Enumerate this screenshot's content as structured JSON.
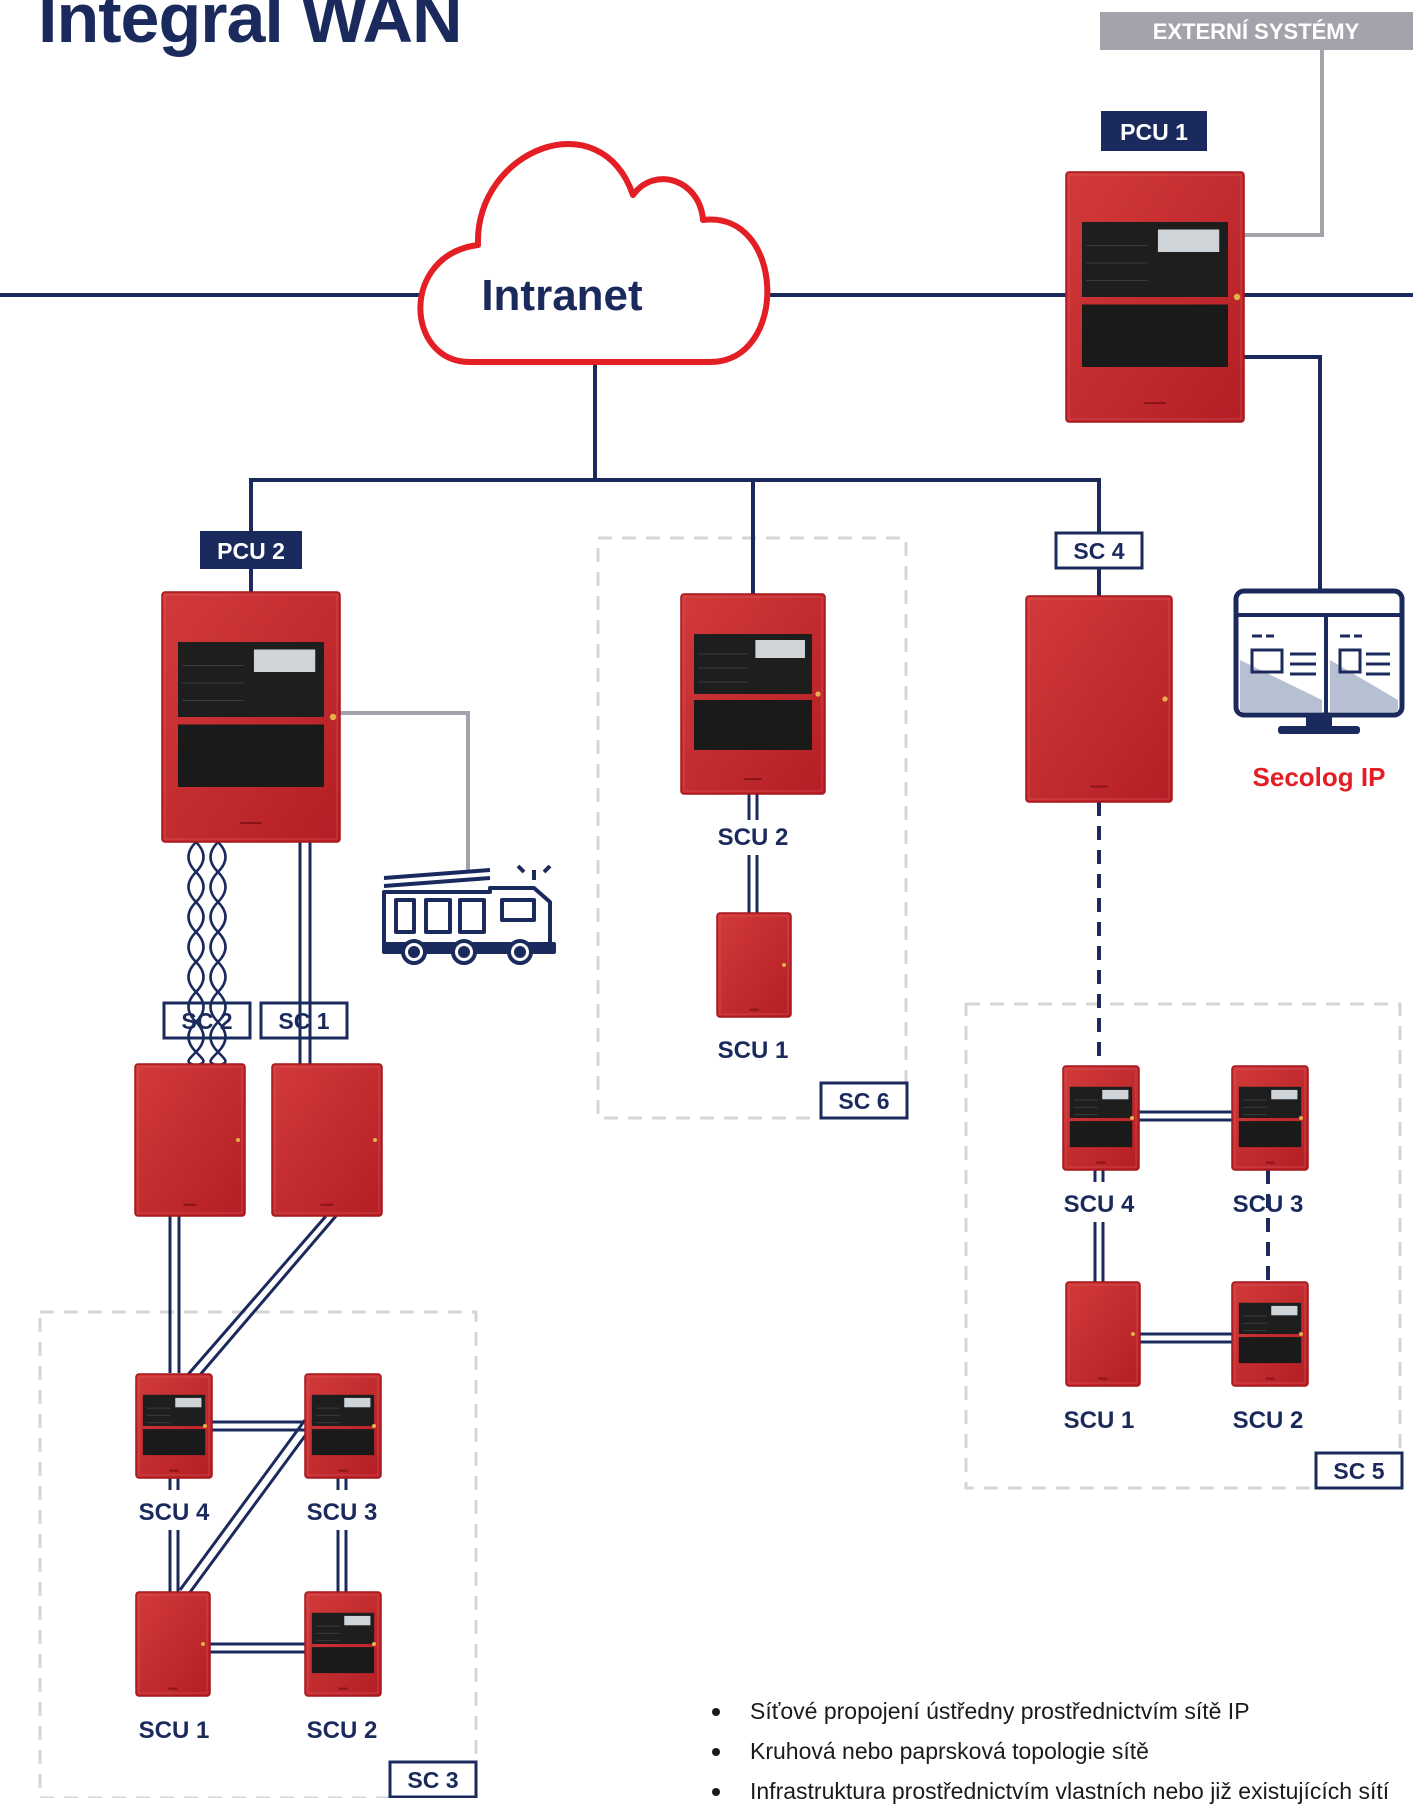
{
  "title": "Integral WAN",
  "external_systems": "EXTERNÍ SYSTÉMY",
  "intranet": "Intranet",
  "secolog": "Secolog IP",
  "labels": {
    "pcu1": "PCU 1",
    "pcu2": "PCU 2",
    "sc1": "SC 1",
    "sc2": "SC 2",
    "sc3": "SC 3",
    "sc4": "SC 4",
    "sc5": "SC 5",
    "sc6": "SC 6"
  },
  "units": {
    "sc6_scu2": "SCU 2",
    "sc6_scu1": "SCU 1",
    "sc3_scu4": "SCU 4",
    "sc3_scu3": "SCU 3",
    "sc3_scu1": "SCU 1",
    "sc3_scu2": "SCU 2",
    "sc5_scu4": "SCU 4",
    "sc5_scu3": "SCU 3",
    "sc5_scu1": "SCU 1",
    "sc5_scu2": "SCU 2"
  },
  "bullets": [
    "Síťové propojení ústředny prostřednictvím sítě IP",
    "Kruhová nebo paprsková topologie sítě",
    "Infrastruktura prostřednictvím vlastních nebo již existujících sítí"
  ],
  "colors": {
    "navy": "#1b2a5c",
    "red": "#c8262b",
    "cloud_red": "#e31e24",
    "gray": "#a3a3ab"
  }
}
